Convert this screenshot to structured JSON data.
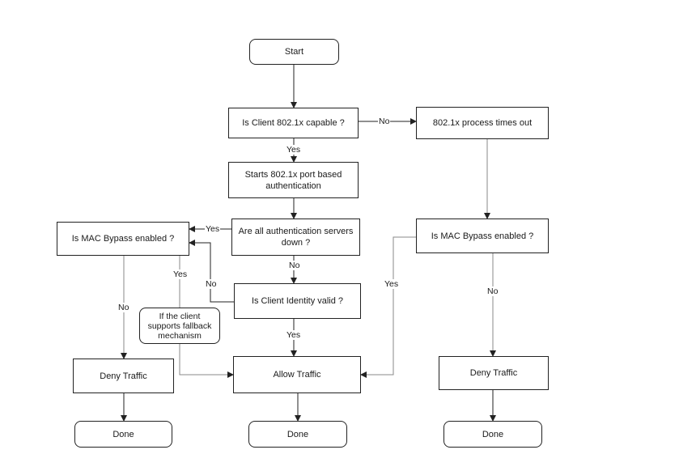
{
  "nodes": {
    "start": "Start",
    "capable": "Is Client 802.1x capable ?",
    "timeout": "802.1x process times out",
    "starts_auth": "Starts 802.1x port based authentication",
    "servers_down": "Are all authentication servers down ?",
    "mab_left": "Is MAC Bypass enabled ?",
    "mab_right": "Is MAC Bypass enabled ?",
    "identity_valid": "Is Client Identity valid ?",
    "fallback_note": "If the client supports fallback mechanism",
    "deny_left": "Deny Traffic",
    "allow": "Allow Traffic",
    "deny_right": "Deny Traffic",
    "done_left": "Done",
    "done_center": "Done",
    "done_right": "Done"
  },
  "edges": {
    "capable_no": "No",
    "capable_yes": "Yes",
    "servers_down_yes": "Yes",
    "servers_down_no": "No",
    "mab_left_yes": "Yes",
    "mab_left_no": "No",
    "identity_no": "No",
    "identity_yes": "Yes",
    "mab_right_yes": "Yes",
    "mab_right_no": "No"
  },
  "colors": {
    "stroke": "#222222",
    "gray_line": "#8a8a8a"
  }
}
